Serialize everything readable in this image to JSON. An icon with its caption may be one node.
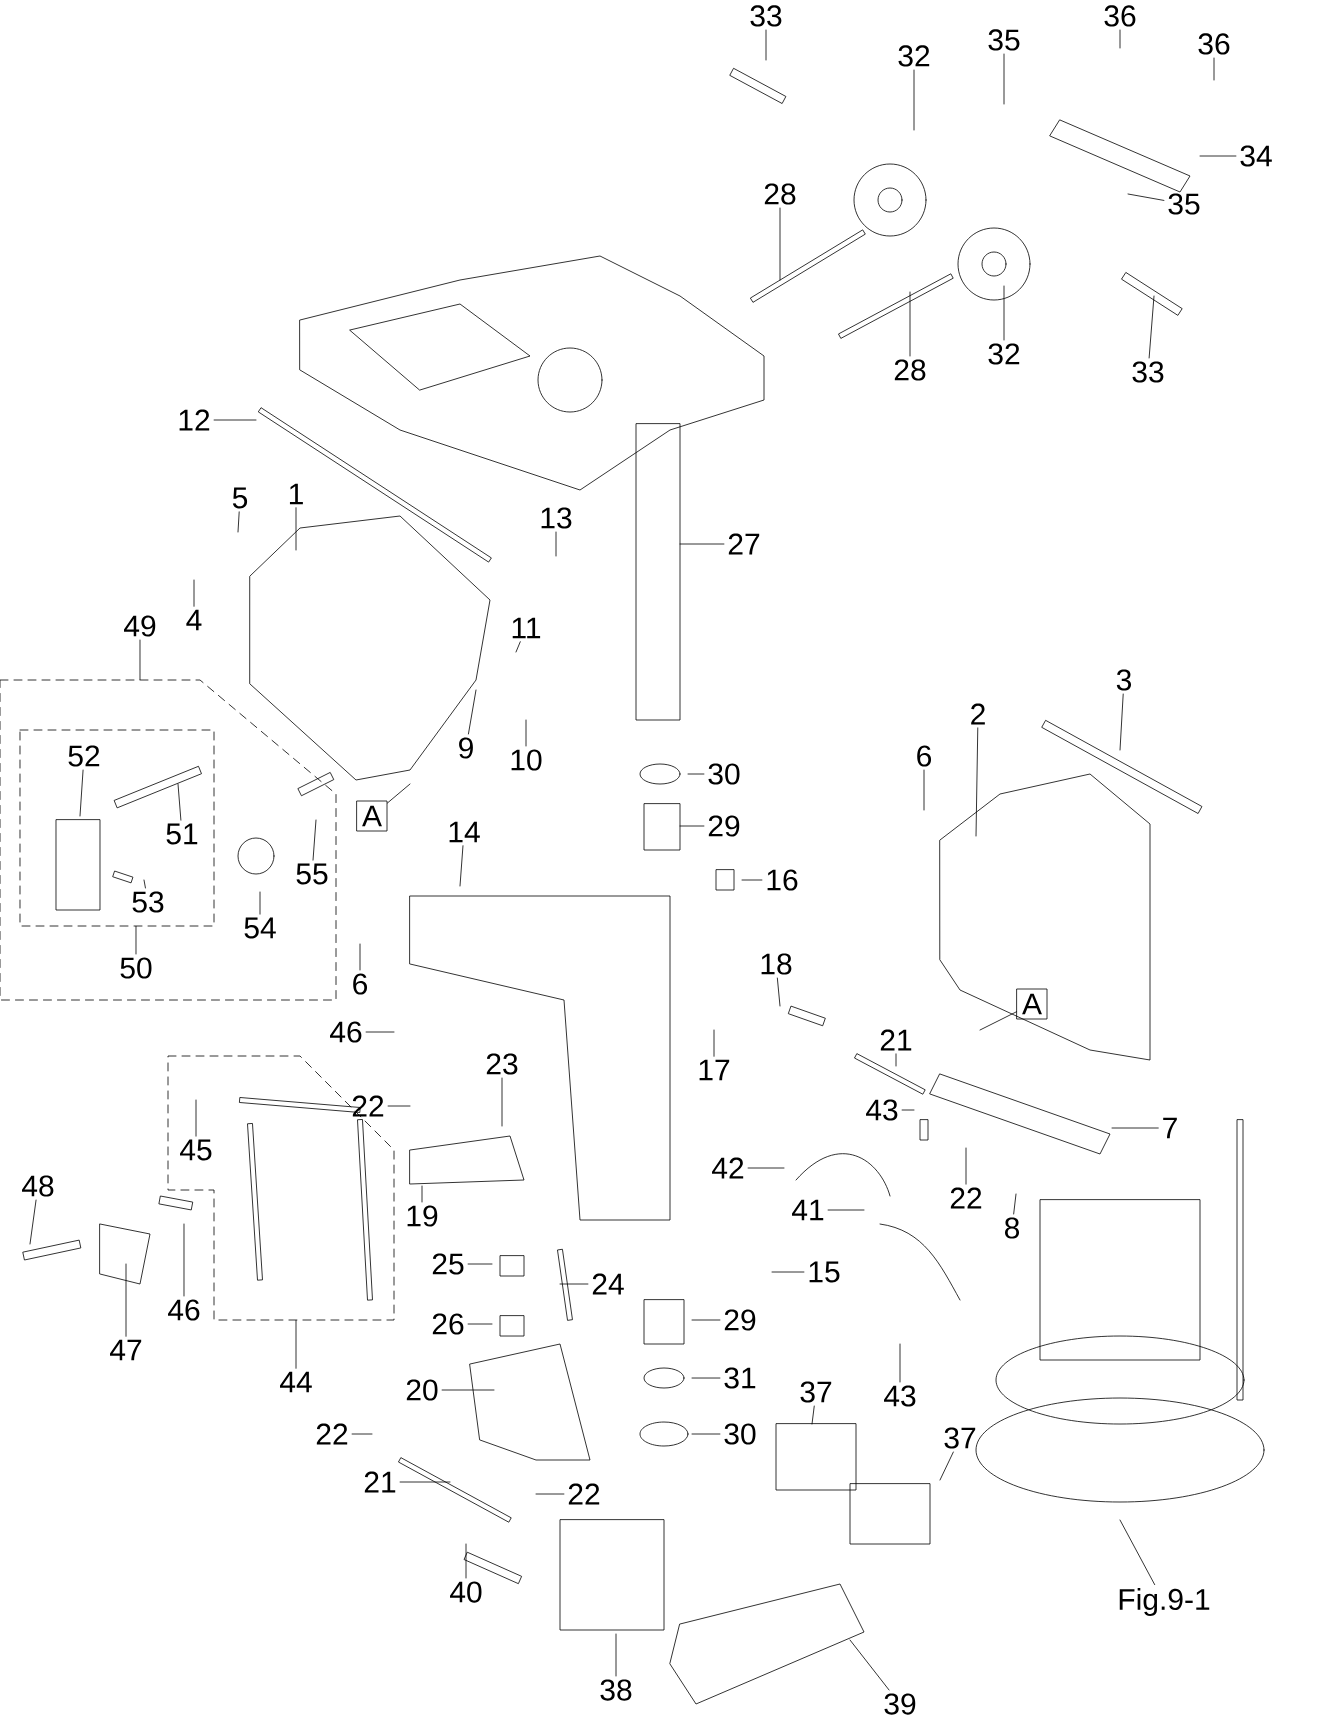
{
  "diagram": {
    "nodes": [
      {
        "text": [
          "33"
        ]
      },
      {
        "text": [
          "36"
        ]
      },
      {
        "text": [
          "36"
        ]
      },
      {
        "text": [
          "35"
        ]
      },
      {
        "text": [
          "32"
        ]
      },
      {
        "text": [
          "34"
        ]
      },
      {
        "text": [
          "35"
        ]
      },
      {
        "text": [
          "28"
        ]
      },
      {
        "text": [
          "32"
        ]
      },
      {
        "text": [
          "28"
        ]
      },
      {
        "text": [
          "33"
        ]
      },
      {
        "text": [
          "12"
        ]
      },
      {
        "text": [
          "1"
        ]
      },
      {
        "text": [
          "5"
        ]
      },
      {
        "text": [
          "13"
        ]
      },
      {
        "text": [
          "27"
        ]
      },
      {
        "text": [
          "4"
        ]
      },
      {
        "text": [
          "49"
        ]
      },
      {
        "text": [
          "11"
        ]
      },
      {
        "text": [
          "3"
        ]
      },
      {
        "text": [],
        "shape": "box"
      },
      {
        "text": [],
        "shape": "box",
        "in": 20
      },
      {
        "text": [
          "2"
        ]
      },
      {
        "text": [
          "9"
        ]
      },
      {
        "text": [
          "10"
        ]
      },
      {
        "text": [
          "6"
        ]
      },
      {
        "text": [
          "52"
        ],
        "in": 21
      },
      {
        "text": [
          "51"
        ],
        "in": 21
      },
      {
        "text": [
          "55"
        ],
        "in": 20
      },
      {
        "text": [
          "30"
        ]
      },
      {
        "text": [
          "A"
        ]
      },
      {
        "text": [
          "29"
        ]
      },
      {
        "text": [
          "14"
        ]
      },
      {
        "text": [
          "16"
        ]
      },
      {
        "text": [
          "53"
        ],
        "in": 21
      },
      {
        "text": [
          "54"
        ],
        "in": 20
      },
      {
        "text": [
          "50"
        ],
        "in": 20
      },
      {
        "text": [
          "18"
        ]
      },
      {
        "text": [
          "6"
        ]
      },
      {
        "text": [
          "A"
        ]
      },
      {
        "text": [
          "46"
        ]
      },
      {
        "text": [
          "21"
        ]
      },
      {
        "text": [],
        "shape": "box"
      },
      {
        "text": [
          "23"
        ]
      },
      {
        "text": [
          "17"
        ]
      },
      {
        "text": [
          "22"
        ]
      },
      {
        "text": [
          "43"
        ]
      },
      {
        "text": [
          "7"
        ]
      },
      {
        "text": [
          "45"
        ],
        "in": 42
      },
      {
        "text": [
          "42"
        ]
      },
      {
        "text": [
          "48"
        ]
      },
      {
        "text": [
          "22"
        ]
      },
      {
        "text": [
          "41"
        ]
      },
      {
        "text": [
          "19"
        ]
      },
      {
        "text": [
          "8"
        ]
      },
      {
        "text": [
          "25"
        ]
      },
      {
        "text": [
          "15"
        ]
      },
      {
        "text": [
          "24"
        ]
      },
      {
        "text": [
          "46"
        ]
      },
      {
        "text": [
          "29"
        ]
      },
      {
        "text": [
          "26"
        ]
      },
      {
        "text": [
          "47"
        ]
      },
      {
        "text": [
          "44"
        ]
      },
      {
        "text": [
          "31"
        ]
      },
      {
        "text": [
          "20"
        ]
      },
      {
        "text": [
          "43"
        ]
      },
      {
        "text": [
          "37"
        ]
      },
      {
        "text": [
          "22"
        ]
      },
      {
        "text": [
          "30"
        ]
      },
      {
        "text": [
          "37"
        ]
      },
      {
        "text": [
          "21"
        ]
      },
      {
        "text": [
          "22"
        ]
      },
      {
        "text": [
          "40"
        ]
      },
      {
        "text": [
          "Fig.9-1"
        ]
      },
      {
        "text": [
          "38"
        ]
      },
      {
        "text": [
          "39"
        ]
      }
    ],
    "edges": [
      {
        "from": 0,
        "to": null,
        "arrow": "none"
      },
      {
        "from": 1,
        "to": null,
        "arrow": "none"
      },
      {
        "from": 2,
        "to": null,
        "arrow": "none"
      },
      {
        "from": 3,
        "to": null,
        "arrow": "none"
      },
      {
        "from": 4,
        "to": null,
        "arrow": "none"
      },
      {
        "from": 5,
        "to": null,
        "arrow": "none"
      },
      {
        "from": 6,
        "to": null,
        "arrow": "none"
      },
      {
        "from": 7,
        "to": null,
        "arrow": "none"
      },
      {
        "from": 8,
        "to": null,
        "arrow": "none"
      },
      {
        "from": 9,
        "to": null,
        "arrow": "none"
      },
      {
        "from": 10,
        "to": null,
        "arrow": "none"
      },
      {
        "from": 11,
        "to": null,
        "arrow": "none"
      },
      {
        "from": 12,
        "to": null,
        "arrow": "none"
      },
      {
        "from": 13,
        "to": null,
        "arrow": "none"
      },
      {
        "from": 14,
        "to": null,
        "arrow": "none"
      },
      {
        "from": 15,
        "to": null,
        "arrow": "none"
      },
      {
        "from": 16,
        "to": null,
        "arrow": "none"
      },
      {
        "from": 17,
        "to": 20,
        "arrow": "none"
      },
      {
        "from": 18,
        "to": null,
        "arrow": "none"
      },
      {
        "from": 19,
        "to": null,
        "arrow": "none"
      },
      {
        "from": 22,
        "to": null,
        "arrow": "none"
      },
      {
        "from": 23,
        "to": null,
        "arrow": "none"
      },
      {
        "from": 24,
        "to": null,
        "arrow": "none"
      },
      {
        "from": 25,
        "to": null,
        "arrow": "none"
      },
      {
        "from": 26,
        "to": null,
        "arrow": "none"
      },
      {
        "from": 27,
        "to": null,
        "arrow": "none"
      },
      {
        "from": 28,
        "to": null,
        "arrow": "none"
      },
      {
        "from": 29,
        "to": null,
        "arrow": "none"
      },
      {
        "from": 30,
        "to": null,
        "arrow": "none"
      },
      {
        "from": 31,
        "to": null,
        "arrow": "none"
      },
      {
        "from": 32,
        "to": null,
        "arrow": "none"
      },
      {
        "from": 33,
        "to": null,
        "arrow": "none"
      },
      {
        "from": 34,
        "to": null,
        "arrow": "none"
      },
      {
        "from": 35,
        "to": null,
        "arrow": "none"
      },
      {
        "from": 36,
        "to": 21,
        "arrow": "none"
      },
      {
        "from": 37,
        "to": null,
        "arrow": "none"
      },
      {
        "from": 38,
        "to": null,
        "arrow": "none"
      },
      {
        "from": 39,
        "to": null,
        "arrow": "none"
      },
      {
        "from": 40,
        "to": null,
        "arrow": "none"
      },
      {
        "from": 41,
        "to": null,
        "arrow": "none"
      },
      {
        "from": 43,
        "to": null,
        "arrow": "none"
      },
      {
        "from": 44,
        "to": null,
        "arrow": "none"
      },
      {
        "from": 45,
        "to": null,
        "arrow": "none"
      },
      {
        "from": 46,
        "to": null,
        "arrow": "none"
      },
      {
        "from": 47,
        "to": null,
        "arrow": "none"
      },
      {
        "from": 48,
        "to": null,
        "arrow": "none"
      },
      {
        "from": 49,
        "to": null,
        "arrow": "none"
      },
      {
        "from": 50,
        "to": null,
        "arrow": "none"
      },
      {
        "from": 51,
        "to": null,
        "arrow": "none"
      },
      {
        "from": 52,
        "to": null,
        "arrow": "none"
      },
      {
        "from": 53,
        "to": null,
        "arrow": "none"
      },
      {
        "from": 54,
        "to": null,
        "arrow": "none"
      },
      {
        "from": 55,
        "to": null,
        "arrow": "none"
      },
      {
        "from": 56,
        "to": null,
        "arrow": "none"
      },
      {
        "from": 57,
        "to": null,
        "arrow": "none"
      },
      {
        "from": 58,
        "to": null,
        "arrow": "none"
      },
      {
        "from": 59,
        "to": null,
        "arrow": "none"
      },
      {
        "from": 60,
        "to": null,
        "arrow": "none"
      },
      {
        "from": 61,
        "to": null,
        "arrow": "none"
      },
      {
        "from": 62,
        "to": 42,
        "arrow": "none"
      },
      {
        "from": 63,
        "to": null,
        "arrow": "none"
      },
      {
        "from": 64,
        "to": null,
        "arrow": "none"
      },
      {
        "from": 65,
        "to": null,
        "arrow": "none"
      },
      {
        "from": 66,
        "to": null,
        "arrow": "none"
      },
      {
        "from": 67,
        "to": null,
        "arrow": "none"
      },
      {
        "from": 68,
        "to": null,
        "arrow": "none"
      },
      {
        "from": 69,
        "to": null,
        "arrow": "none"
      },
      {
        "from": 70,
        "to": null,
        "arrow": "none"
      },
      {
        "from": 71,
        "to": null,
        "arrow": "none"
      },
      {
        "from": 72,
        "to": null,
        "arrow": "none"
      },
      {
        "from": 73,
        "to": null,
        "arrow": "none"
      },
      {
        "from": 74,
        "to": null,
        "arrow": "none"
      },
      {
        "from": 75,
        "to": null,
        "arrow": "none"
      }
    ]
  }
}
